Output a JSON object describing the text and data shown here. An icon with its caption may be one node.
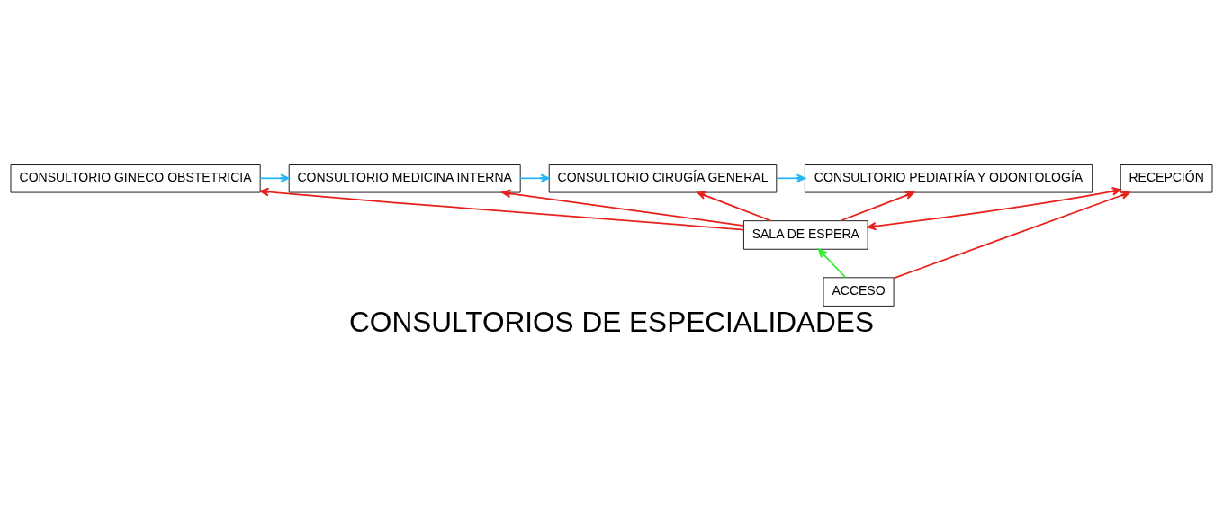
{
  "diagram": {
    "title": "CONSULTORIOS DE ESPECIALIDADES",
    "nodes": [
      {
        "text": [
          "CONSULTORIO GINECO OBSTETRICIA"
        ]
      },
      {
        "text": [
          "CONSULTORIO MEDICINA INTERNA"
        ]
      },
      {
        "text": [
          "CONSULTORIO CIRUGÍA GENERAL"
        ]
      },
      {
        "text": [
          "CONSULTORIO PEDIATRÍA Y ODONTOLOGÍA"
        ]
      },
      {
        "text": [
          "SALA DE ESPERA"
        ]
      },
      {
        "text": [
          "RECEPCIÓN"
        ]
      },
      {
        "text": [
          "ACCESO"
        ]
      }
    ],
    "edges": [
      {
        "from": 0,
        "to": 1,
        "arrow": "to",
        "color": "#29b6f6"
      },
      {
        "from": 1,
        "to": 2,
        "arrow": "to",
        "color": "#29b6f6"
      },
      {
        "from": 2,
        "to": 3,
        "arrow": "to",
        "color": "#29b6f6"
      },
      {
        "from": 4,
        "to": 0,
        "arrow": "to"
      },
      {
        "from": 4,
        "to": 1,
        "arrow": "to"
      },
      {
        "from": 4,
        "to": 2,
        "arrow": "to"
      },
      {
        "from": 4,
        "to": 3,
        "arrow": "to"
      },
      {
        "from": 4,
        "to": 5,
        "arrow": "both"
      },
      {
        "from": 6,
        "to": 5,
        "arrow": "to"
      },
      {
        "from": 6,
        "to": 4,
        "arrow": "to",
        "color": "#33ee33"
      }
    ]
  }
}
